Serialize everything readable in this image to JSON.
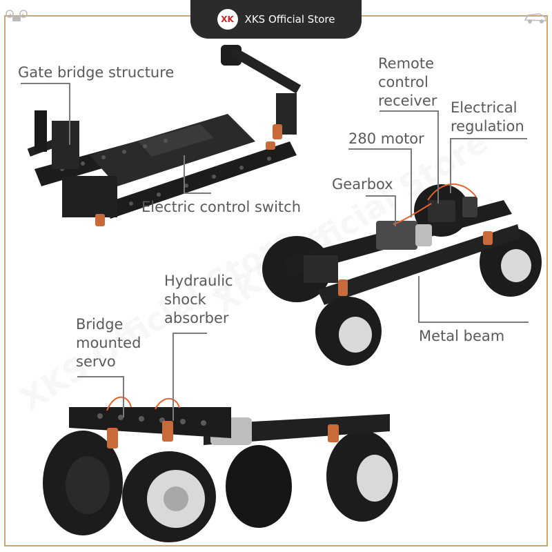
{
  "store": {
    "name": "XKS Official Store",
    "logo_text": "XK"
  },
  "icons": {
    "left_corner": "drone-icon",
    "right_corner": "car-icon"
  },
  "watermark": {
    "text": "XKS Official Store"
  },
  "labels": {
    "gate_bridge": "Gate bridge structure",
    "electric_switch": "Electric control switch",
    "remote_receiver": "Remote\ncontrol\nreceiver",
    "electrical_regulation": "Electrical\nregulation",
    "motor_280": "280 motor",
    "gearbox": "Gearbox",
    "metal_beam": "Metal beam",
    "hydraulic_shock": "Hydraulic\nshock\nabsorber",
    "bridge_servo": "Bridge\nmounted\nservo"
  },
  "colors": {
    "border": "#c9a66b",
    "tab": "#2b2b2b",
    "accent_orange": "#e8632b",
    "label_text": "#5a5a5a"
  }
}
